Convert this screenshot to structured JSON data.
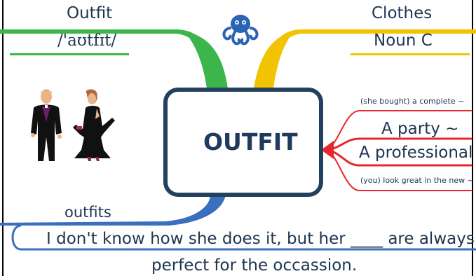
{
  "colors": {
    "green": "#3cb54a",
    "yellow": "#f2c300",
    "red": "#e8262e",
    "blue": "#3a6fbf",
    "dark_navy": "#23405f",
    "octopus": "#2a64b7"
  },
  "center": {
    "title": "OUTFIT"
  },
  "branches": {
    "green": {
      "word": "Outfit",
      "pronunciation": "/'aʊtfɪt/"
    },
    "yellow": {
      "synonym": "Clothes",
      "grammar": "Noun C"
    },
    "red": {
      "examples": [
        "(she bought) a complete ~",
        "A party ~",
        "A professional ~",
        "(you) look great in the new ~"
      ]
    },
    "blue": {
      "answer": "outfits",
      "sentence_line1": "I don't know how she does it, but her ____ are always",
      "sentence_line2": "perfect for the occassion."
    }
  },
  "icons": {
    "logo": "octopus-icon",
    "illustration": "couple-in-formal-outfits"
  }
}
